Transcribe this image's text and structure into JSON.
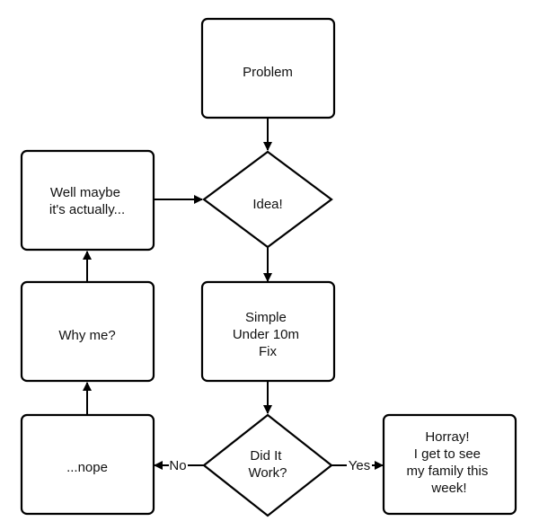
{
  "nodes": {
    "problem": {
      "lines": [
        "Problem"
      ]
    },
    "idea": {
      "lines": [
        "Idea!"
      ]
    },
    "well_maybe": {
      "lines": [
        "Well maybe",
        "it's actually..."
      ]
    },
    "why_me": {
      "lines": [
        "Why me?"
      ]
    },
    "simple_fix": {
      "lines": [
        "Simple",
        "Under 10m",
        "Fix"
      ]
    },
    "did_it_work": {
      "lines": [
        "Did It",
        "Work?"
      ]
    },
    "nope": {
      "lines": [
        "...nope"
      ]
    },
    "horray": {
      "lines": [
        "Horray!",
        "I get to see",
        "my family this",
        "week!"
      ]
    }
  },
  "edges": {
    "no_label": "No",
    "yes_label": "Yes"
  }
}
